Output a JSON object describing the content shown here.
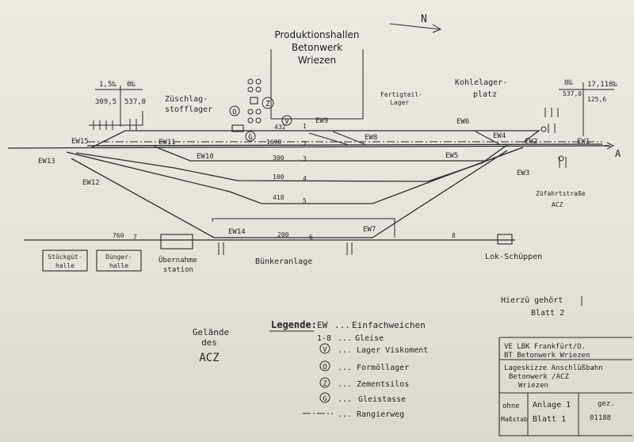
{
  "north": {
    "label": "N"
  },
  "plant": {
    "line1": "Produktionshallen",
    "line2": "Betonwerk",
    "line3": "Wriezen"
  },
  "areas": {
    "zuschlag_1": "Züschlag-",
    "zuschlag_2": "stofflager",
    "fertig_1": "Fertigteil-",
    "fertig_2": "Lager",
    "kohle_1": "Kohlelager-",
    "kohle_2": "platz",
    "zufahrt_1": "Züfahrtstraße",
    "zufahrt_2": "ACZ",
    "bunker": "Bünkeranlage",
    "lok": "Lok-Schüppen",
    "uebernahme_1": "Übernahme",
    "uebernahme_2": "station",
    "stueckgut_1": "Stückgüt-",
    "stueckgut_2": "halle",
    "duenger_1": "Dünger-",
    "duenger_2": "halle",
    "gelaende_1": "Gelände",
    "gelaende_2": "des",
    "gelaende_3": "ACZ"
  },
  "grades": {
    "left_grade": "1,5‰",
    "left_zero": "0‰",
    "left_km1": "309,5",
    "left_km2": "537,0",
    "right_zero": "0‰",
    "right_grade": "17,118‰",
    "right_km1": "537,0",
    "right_km2": "125,6"
  },
  "switches": {
    "ew1": "EW1",
    "ew2": "EW2",
    "ew3": "EW3",
    "ew4": "EW4",
    "ew5": "EW5",
    "ew6": "EW6",
    "ew7": "EW7",
    "ew8": "EW8",
    "ew9": "EW9",
    "ew10": "EW10",
    "ew11": "EW11",
    "ew12": "EW12",
    "ew13": "EW13",
    "ew14": "EW14",
    "ew15": "EW15"
  },
  "tracks": {
    "t1_num": "1",
    "t1_len": "432",
    "t2_num": "2",
    "t2_len": "1690",
    "t3_num": "3",
    "t3_len": "300",
    "t4_num": "4",
    "t4_len": "100",
    "t5_num": "5",
    "t5_len": "418",
    "t6_num": "6",
    "t6_len": "200",
    "t7_num": "7",
    "t7_len": "760",
    "t8_num": "8",
    "mark_a": "A"
  },
  "legend": {
    "title": "Legende:",
    "rows": [
      {
        "sym": "EW",
        "dots": "...",
        "text": "Einfachweichen"
      },
      {
        "sym": "1-8",
        "dots": "...",
        "text": "Gleise"
      },
      {
        "sym": "V",
        "dots": "...",
        "text": "Lager Viskoment"
      },
      {
        "sym": "O",
        "dots": "...",
        "text": "Formöllager"
      },
      {
        "sym": "Z",
        "dots": "...",
        "text": "Zementsilos"
      },
      {
        "sym": "G",
        "dots": "...",
        "text": "Gleistasse"
      },
      {
        "sym": "",
        "dots": "...",
        "text": "Rangierweg"
      }
    ]
  },
  "map_symbols": {
    "v": "V",
    "z": "Z",
    "o": "O",
    "g": "G"
  },
  "note": {
    "line1": "Hierzü gehört",
    "line2": "Blatt 2"
  },
  "titleblock": {
    "org1": "VE LBK Frankfürt/O.",
    "org2": "BT Betonwerk Wriezen",
    "desc1": "Lageskizze Anschlüßbahn",
    "desc2": "Betonwerk /ACZ",
    "desc3": "Wriezen",
    "scale1": "ohne",
    "scale2": "Maßstab",
    "sheet1": "Anlage 1",
    "sheet2": "Blatt 1",
    "gez": "gez.",
    "num": "01188"
  },
  "colors": {
    "ink": "#2a2a2e",
    "paper": "#e8e6df"
  }
}
